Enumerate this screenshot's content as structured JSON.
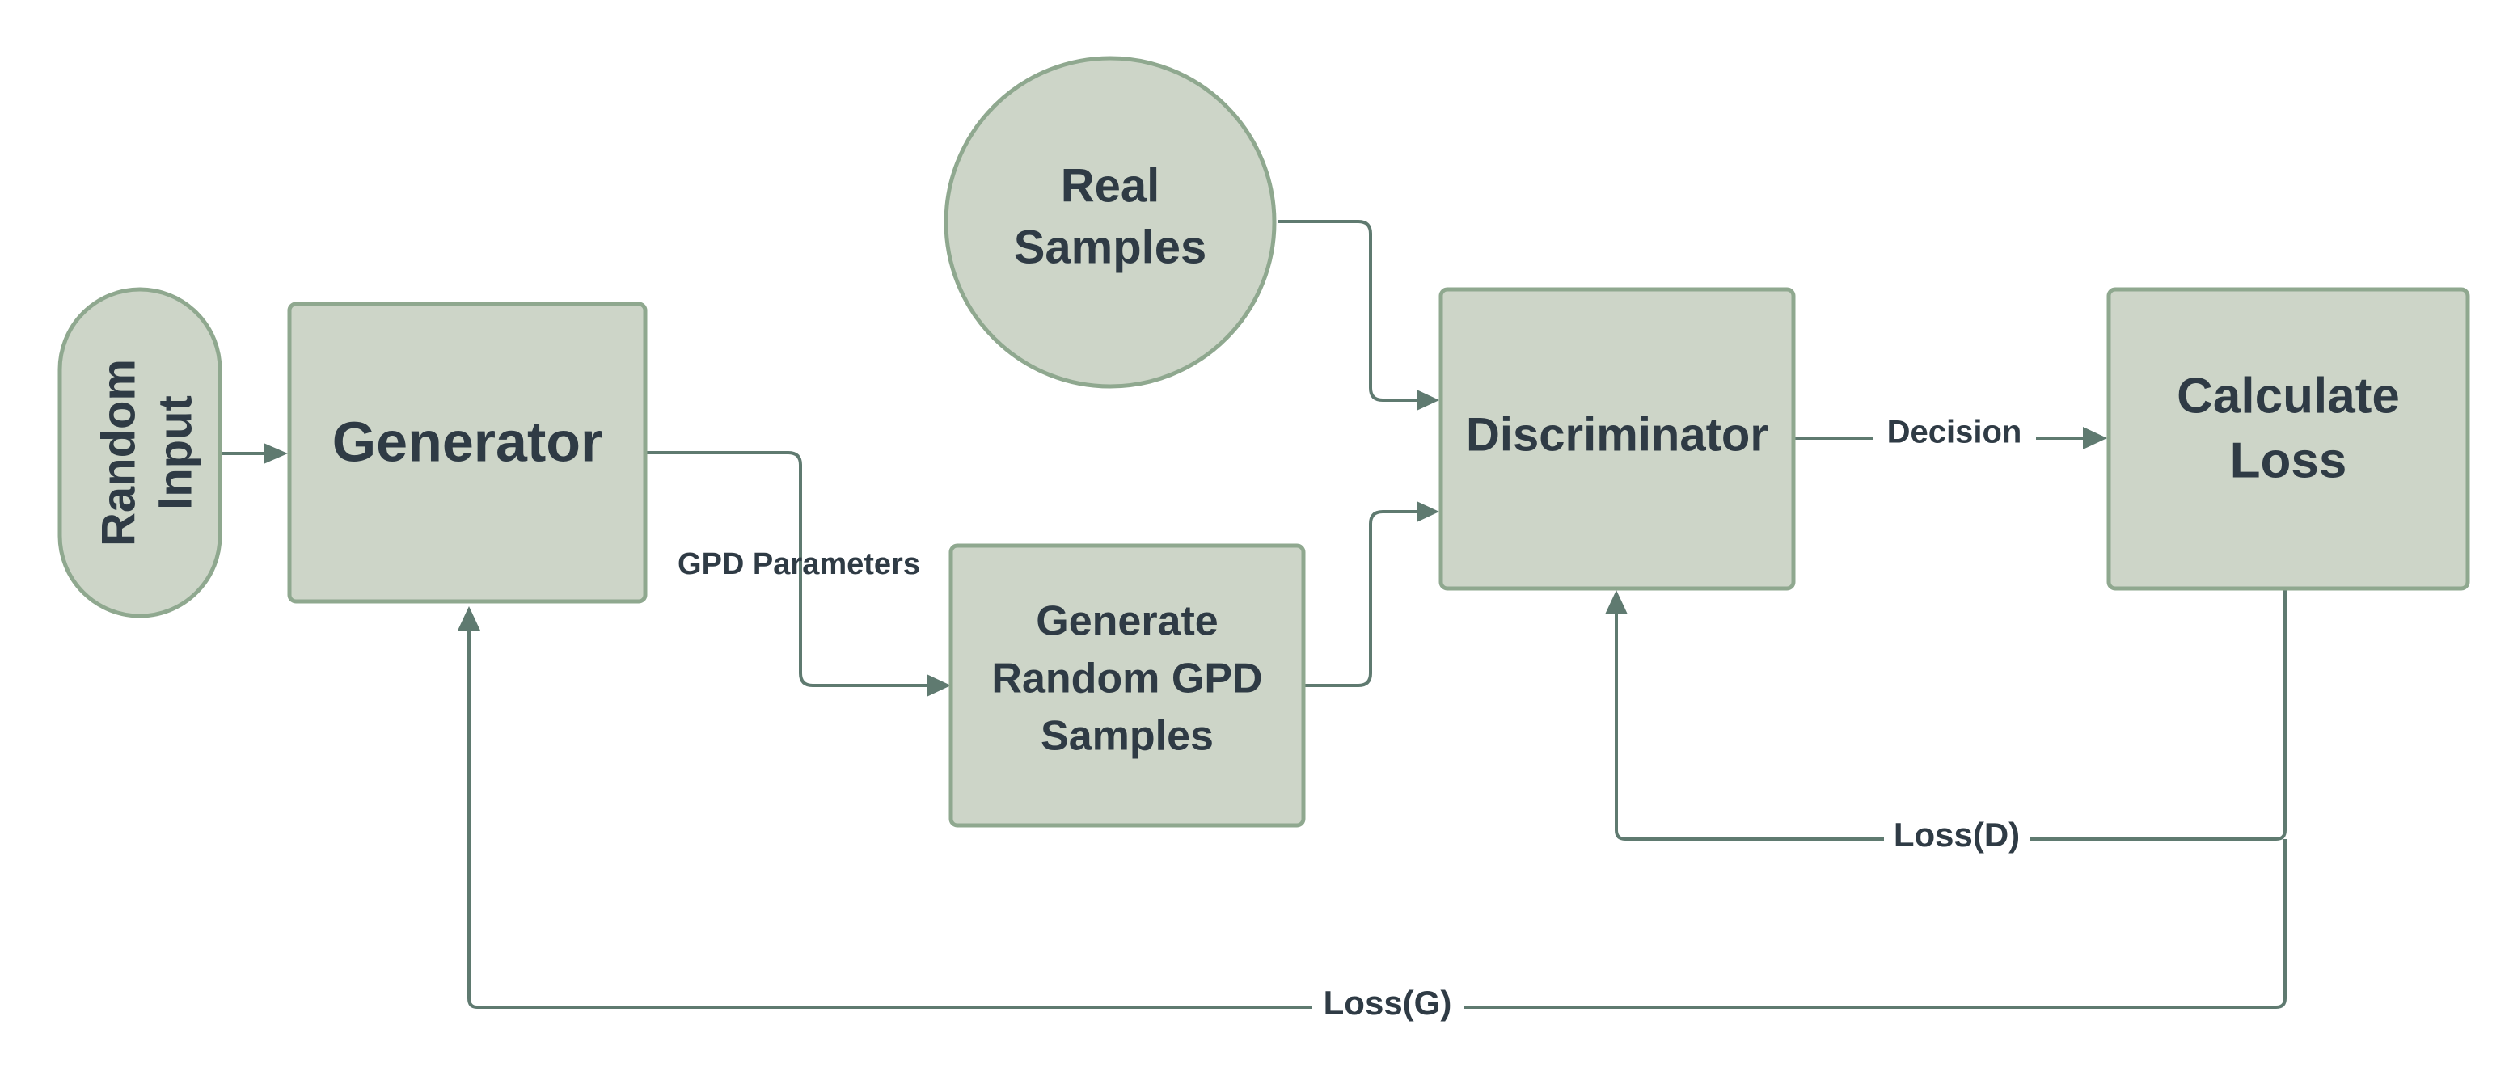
{
  "colors": {
    "node_fill": "#cdd5c8",
    "node_stroke": "#8fa88f",
    "edge_stroke": "#5f7a70",
    "text": "#2f3b45",
    "background": "#ffffff"
  },
  "nodes": {
    "random_input": {
      "line1": "Random",
      "line2": "Input"
    },
    "generator": {
      "label": "Generator"
    },
    "real_samples": {
      "line1": "Real",
      "line2": "Samples"
    },
    "generate_samples": {
      "line1": "Generate",
      "line2": "Random GPD",
      "line3": "Samples"
    },
    "discriminator": {
      "label": "Discriminator"
    },
    "calculate_loss": {
      "line1": "Calculate",
      "line2": "Loss"
    }
  },
  "edges": {
    "gpd_parameters": "GPD Parameters",
    "decision": "Decision",
    "loss_d": "Loss(D)",
    "loss_g": "Loss(G)"
  }
}
